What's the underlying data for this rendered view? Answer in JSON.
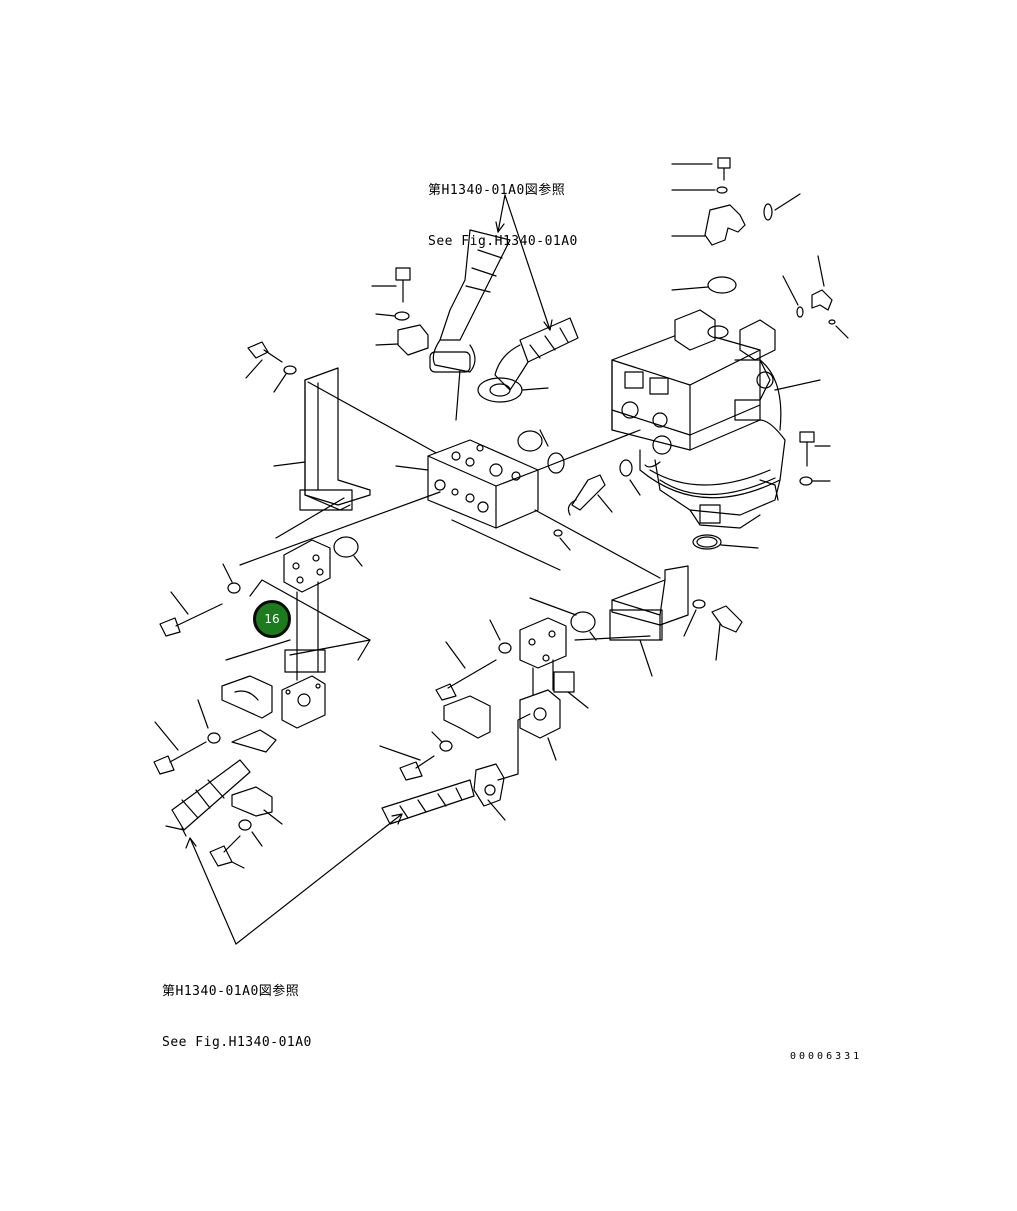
{
  "reference_top": {
    "line_jp": "第H1340-01A0図参照",
    "line_en": "See Fig.H1340-01A0"
  },
  "reference_bottom": {
    "line_jp": "第H1340-01A0図参照",
    "line_en": "See Fig.H1340-01A0"
  },
  "drawing_number": "00006331",
  "callout": {
    "label": "16",
    "color": "#1e7a1e"
  },
  "line_color": "#000000"
}
